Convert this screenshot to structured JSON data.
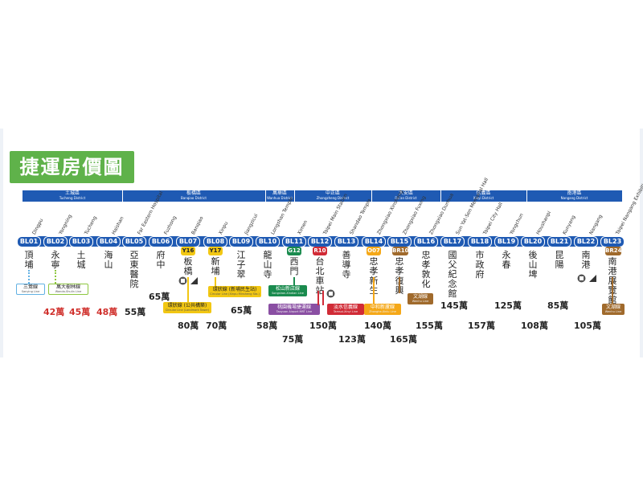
{
  "title": "捷運房價圖",
  "colors": {
    "line_blue": "#1f5ab3",
    "title_green": "#5fb24a",
    "price_red": "#d0312d",
    "circular": "#f2c713",
    "green_line": "#1a8b4e",
    "red_line": "#d12b36",
    "orange_line": "#f5a818",
    "brown_line": "#a06a2c",
    "airport_line": "#8a4fa3",
    "sanying_line": "#62b1e3",
    "wanda_line": "#8dc63f"
  },
  "districts": [
    {
      "zh": "土城區",
      "en": "Tucheng District"
    },
    {
      "zh": "板橋區",
      "en": "Banqiao District"
    },
    {
      "zh": "萬華區",
      "en": "Wanhua District"
    },
    {
      "zh": "中正區",
      "en": "Zhongzheng District"
    },
    {
      "zh": "大安區",
      "en": "Da'an District"
    },
    {
      "zh": "信義區",
      "en": "Xinyi District"
    },
    {
      "zh": "南港區",
      "en": "Nangang District"
    }
  ],
  "stations": [
    {
      "code": "BL01",
      "en": "Dingpu",
      "zh": "頂埔"
    },
    {
      "code": "BL02",
      "en": "Yongning",
      "zh": "永寧",
      "price": "42萬"
    },
    {
      "code": "BL03",
      "en": "Tucheng",
      "zh": "土城",
      "price": "45萬"
    },
    {
      "code": "BL04",
      "en": "Haishan",
      "zh": "海山",
      "price": "48萬"
    },
    {
      "code": "BL05",
      "en": "Far Eastern Hospital",
      "zh": "亞東醫院",
      "price": "55萬"
    },
    {
      "code": "BL06",
      "en": "Fuzhong",
      "zh": "府中",
      "price": "65萬"
    },
    {
      "code": "BL07",
      "en": "Banqiao",
      "zh": "板橋",
      "transfer": "Y16",
      "price": "80萬"
    },
    {
      "code": "BL08",
      "en": "Xinpu",
      "zh": "新埔",
      "transfer": "Y17",
      "price": "70萬"
    },
    {
      "code": "BL09",
      "en": "Jiangzicui",
      "zh": "江子翠",
      "price": "65萬"
    },
    {
      "code": "BL10",
      "en": "Longshan Temple",
      "zh": "龍山寺",
      "price": "58萬"
    },
    {
      "code": "BL11",
      "en": "Ximen",
      "zh": "西門",
      "transfer": "G12",
      "price": "75萬"
    },
    {
      "code": "BL12",
      "en": "Taipei Main Station",
      "zh": "台北車站",
      "transfer": "R10",
      "price": "150萬"
    },
    {
      "code": "BL13",
      "en": "Shandao Temple",
      "zh": "善導寺",
      "price": "123萬"
    },
    {
      "code": "BL14",
      "en": "Zhongxiao Xinsheng",
      "zh": "忠孝新生",
      "transfer": "O07",
      "price": "140萬"
    },
    {
      "code": "BL15",
      "en": "Zhongxiao Fuxing",
      "zh": "忠孝復興",
      "transfer": "BR10",
      "price": "165萬"
    },
    {
      "code": "BL16",
      "en": "Zhongxiao Dunhua",
      "zh": "忠孝敦化",
      "price": "155萬"
    },
    {
      "code": "BL17",
      "en": "Sun Yat-Sen Memorial Hall",
      "zh": "國父紀念館",
      "price": "145萬"
    },
    {
      "code": "BL18",
      "en": "Taipei City Hall",
      "zh": "市政府",
      "price": "157萬"
    },
    {
      "code": "BL19",
      "en": "Yongchun",
      "zh": "永春",
      "price": "125萬"
    },
    {
      "code": "BL20",
      "en": "Houshanpi",
      "zh": "後山埤",
      "price": "108萬"
    },
    {
      "code": "BL21",
      "en": "Kunyang",
      "zh": "昆陽",
      "price": "85萬"
    },
    {
      "code": "BL22",
      "en": "Nangang",
      "zh": "南港",
      "price": "105萬"
    },
    {
      "code": "BL23",
      "en": "Taipei Nangang Exhibition Center",
      "zh": "南港展覽館",
      "transfer": "BR24"
    }
  ],
  "transfer_lines": [
    {
      "zh": "三鶯線",
      "en": "Sanying Line"
    },
    {
      "zh": "萬大樹林線",
      "en": "Wanda-Shulin Line"
    },
    {
      "zh": "環狀線 (公共構築)",
      "en": "Circular Line (Landmark Tower)"
    },
    {
      "zh": "環狀線 (新埔民生站)",
      "en": "Circular Line (Xinpu Minsheng Sta.)"
    },
    {
      "zh": "松山新店線",
      "en": "Songshan-Xindian Line"
    },
    {
      "zh": "桃園機場捷運線",
      "en": "Taoyuan Airport MRT Line"
    },
    {
      "zh": "淡水信義線",
      "en": "Tamsui-Xinyi Line"
    },
    {
      "zh": "中和新蘆線",
      "en": "Zhonghe-Xinlu Line"
    },
    {
      "zh": "文湖線",
      "en": "Wenhu Line"
    },
    {
      "zh": "文湖線",
      "en": "Wenhu Line"
    }
  ],
  "icons": [
    "train-icon",
    "rail-icon"
  ]
}
